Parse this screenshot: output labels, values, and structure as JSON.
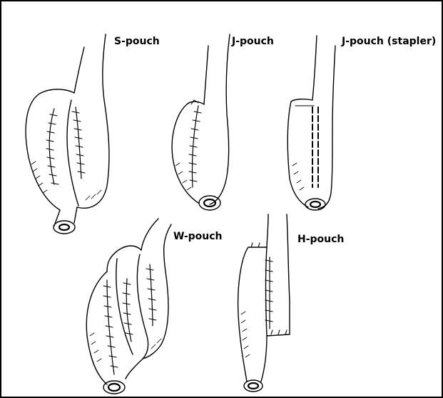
{
  "figure": {
    "border_color": "#000000",
    "line_color": "#000000",
    "background": "#ffffff"
  },
  "labels": {
    "s_pouch": "S-pouch",
    "j_pouch": "J-pouch",
    "j_pouch_stapler": "J-pouch (stapler)",
    "w_pouch": "W-pouch",
    "h_pouch": "H-pouch"
  }
}
